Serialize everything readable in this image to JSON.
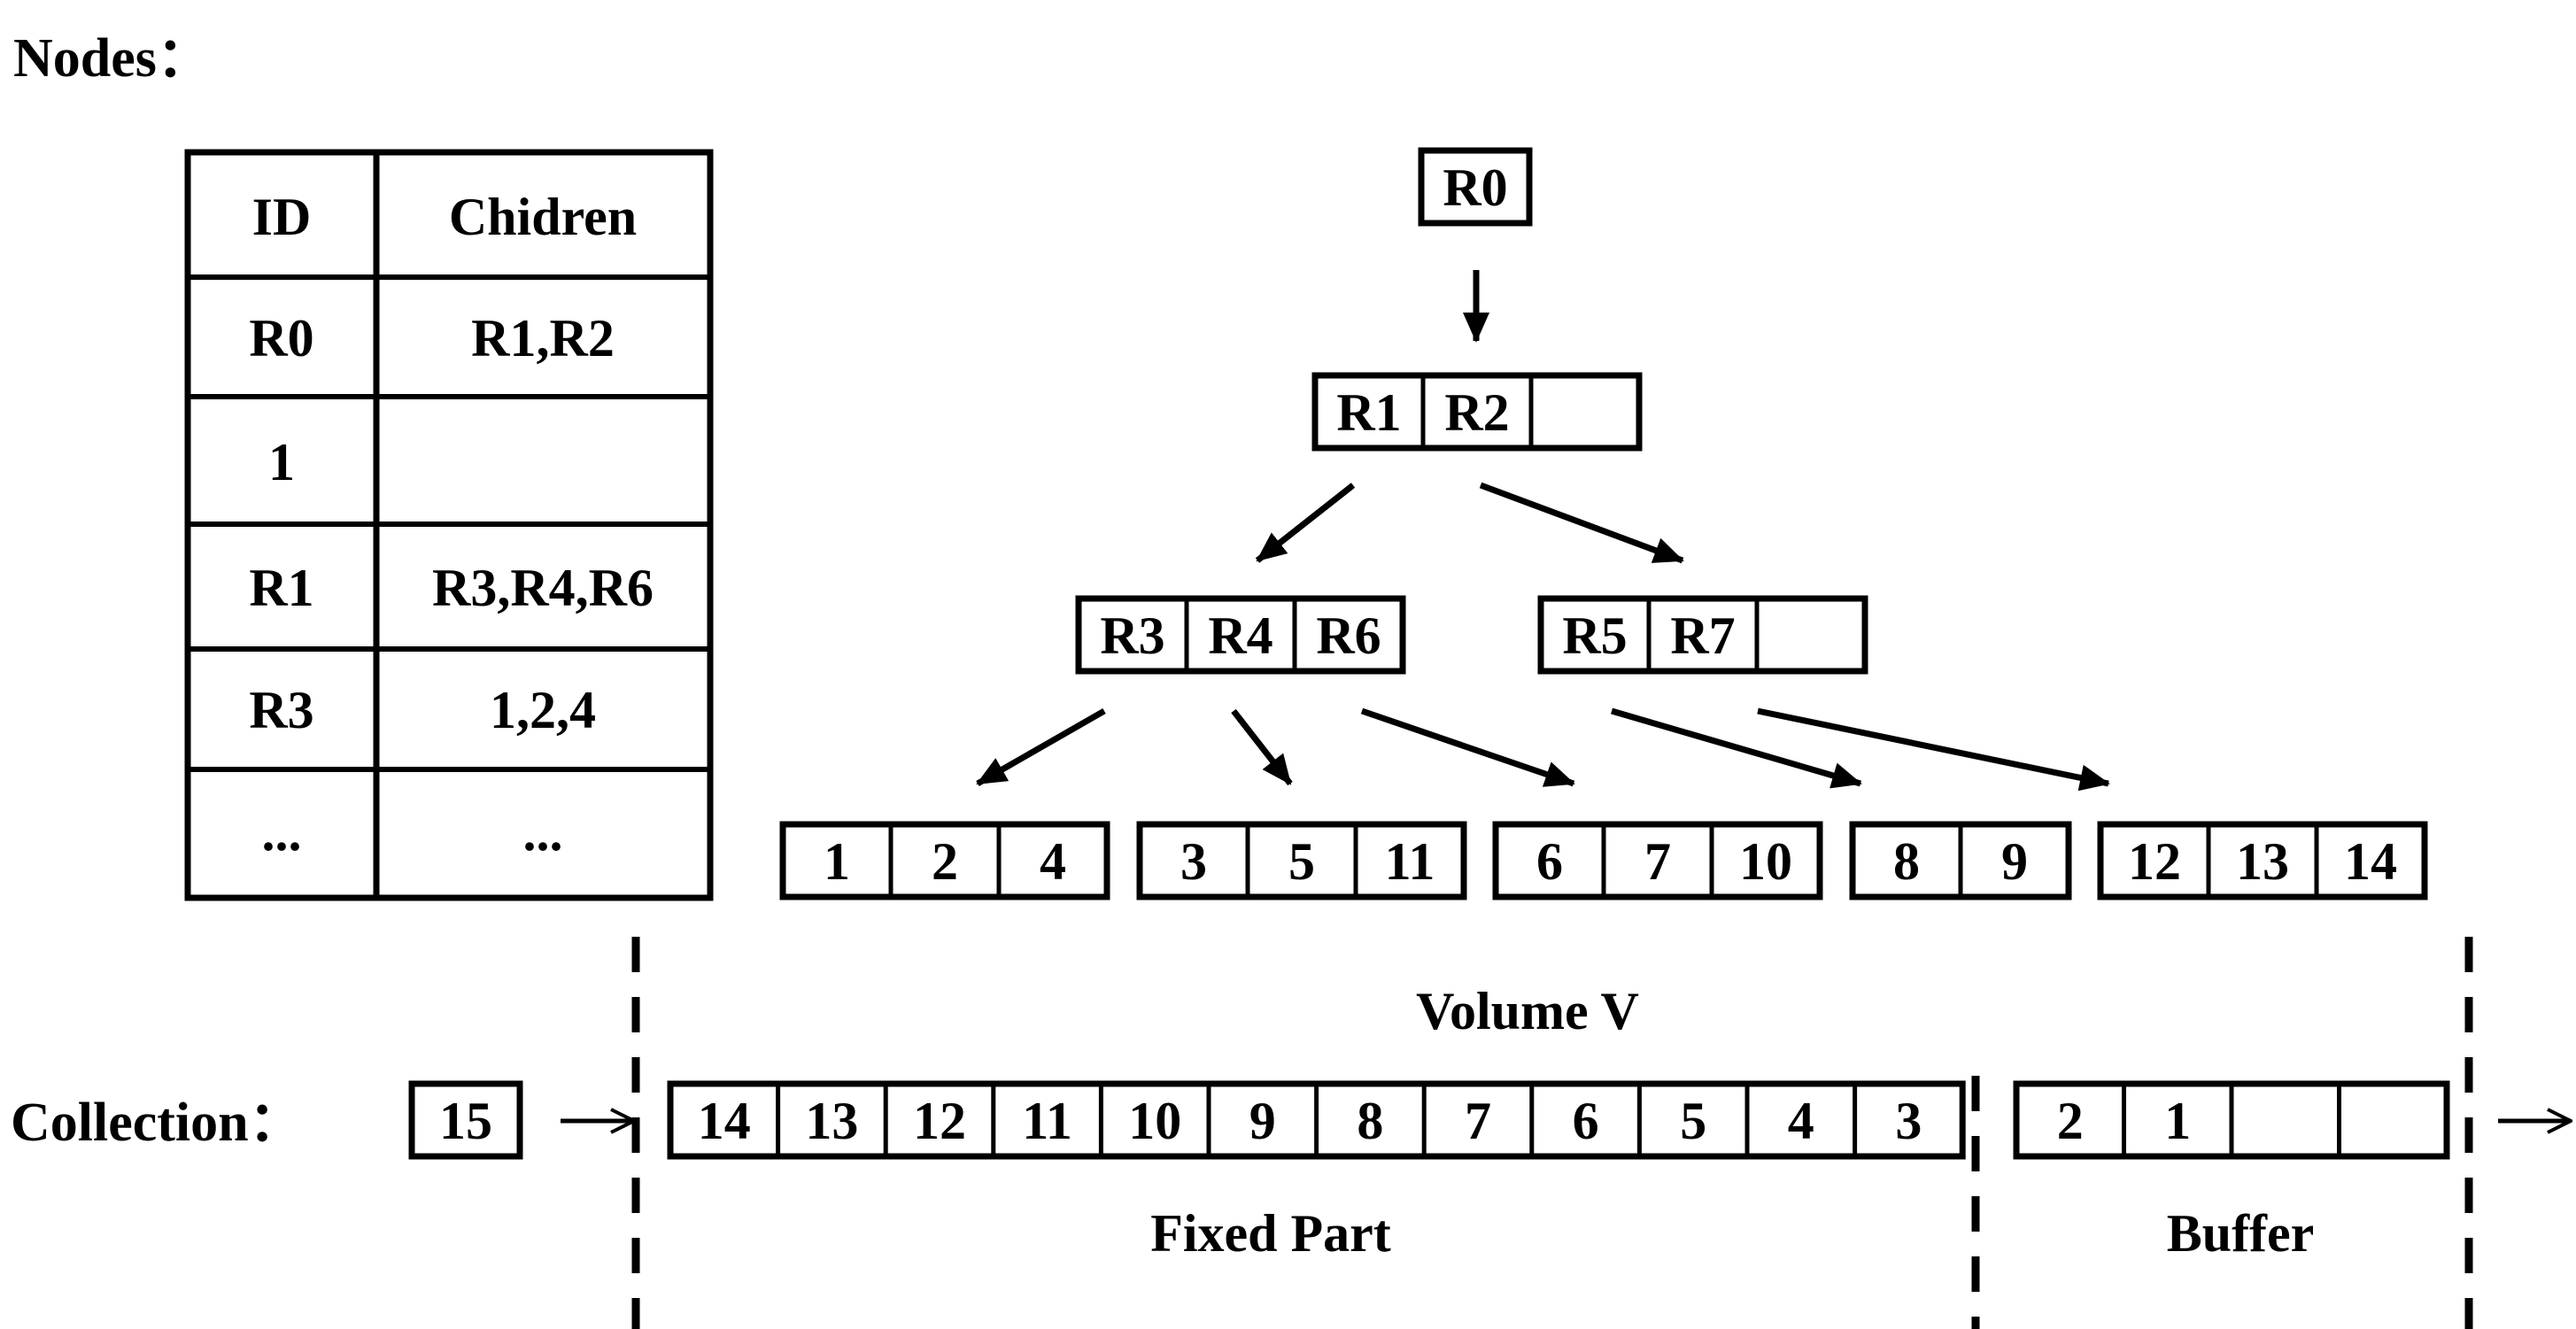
{
  "nodes_label": "Nodes：",
  "table": {
    "headers": [
      "ID",
      "Chidren"
    ],
    "rows": [
      [
        "R0",
        "R1,R2"
      ],
      [
        "1",
        ""
      ],
      [
        "R1",
        "R3,R4,R6"
      ],
      [
        "R3",
        "1,2,4"
      ],
      [
        "...",
        "..."
      ]
    ]
  },
  "tree": {
    "root": [
      "R0"
    ],
    "level1": [
      [
        "R1",
        "R2",
        ""
      ]
    ],
    "level2": [
      [
        "R3",
        "R4",
        "R6"
      ],
      [
        "R5",
        "R7",
        ""
      ]
    ],
    "leaves": [
      [
        "1",
        "2",
        "4"
      ],
      [
        "3",
        "5",
        "11"
      ],
      [
        "6",
        "7",
        "10"
      ],
      [
        "8",
        "9"
      ],
      [
        "12",
        "13",
        "14"
      ]
    ]
  },
  "volume_label": "Volume V",
  "collection_label": "Collection：",
  "incoming_item": "15",
  "fixed_part": [
    "14",
    "13",
    "12",
    "11",
    "10",
    "9",
    "8",
    "7",
    "6",
    "5",
    "4",
    "3"
  ],
  "buffer": [
    "2",
    "1",
    "",
    ""
  ],
  "fixed_part_label": "Fixed Part",
  "buffer_label": "Buffer"
}
